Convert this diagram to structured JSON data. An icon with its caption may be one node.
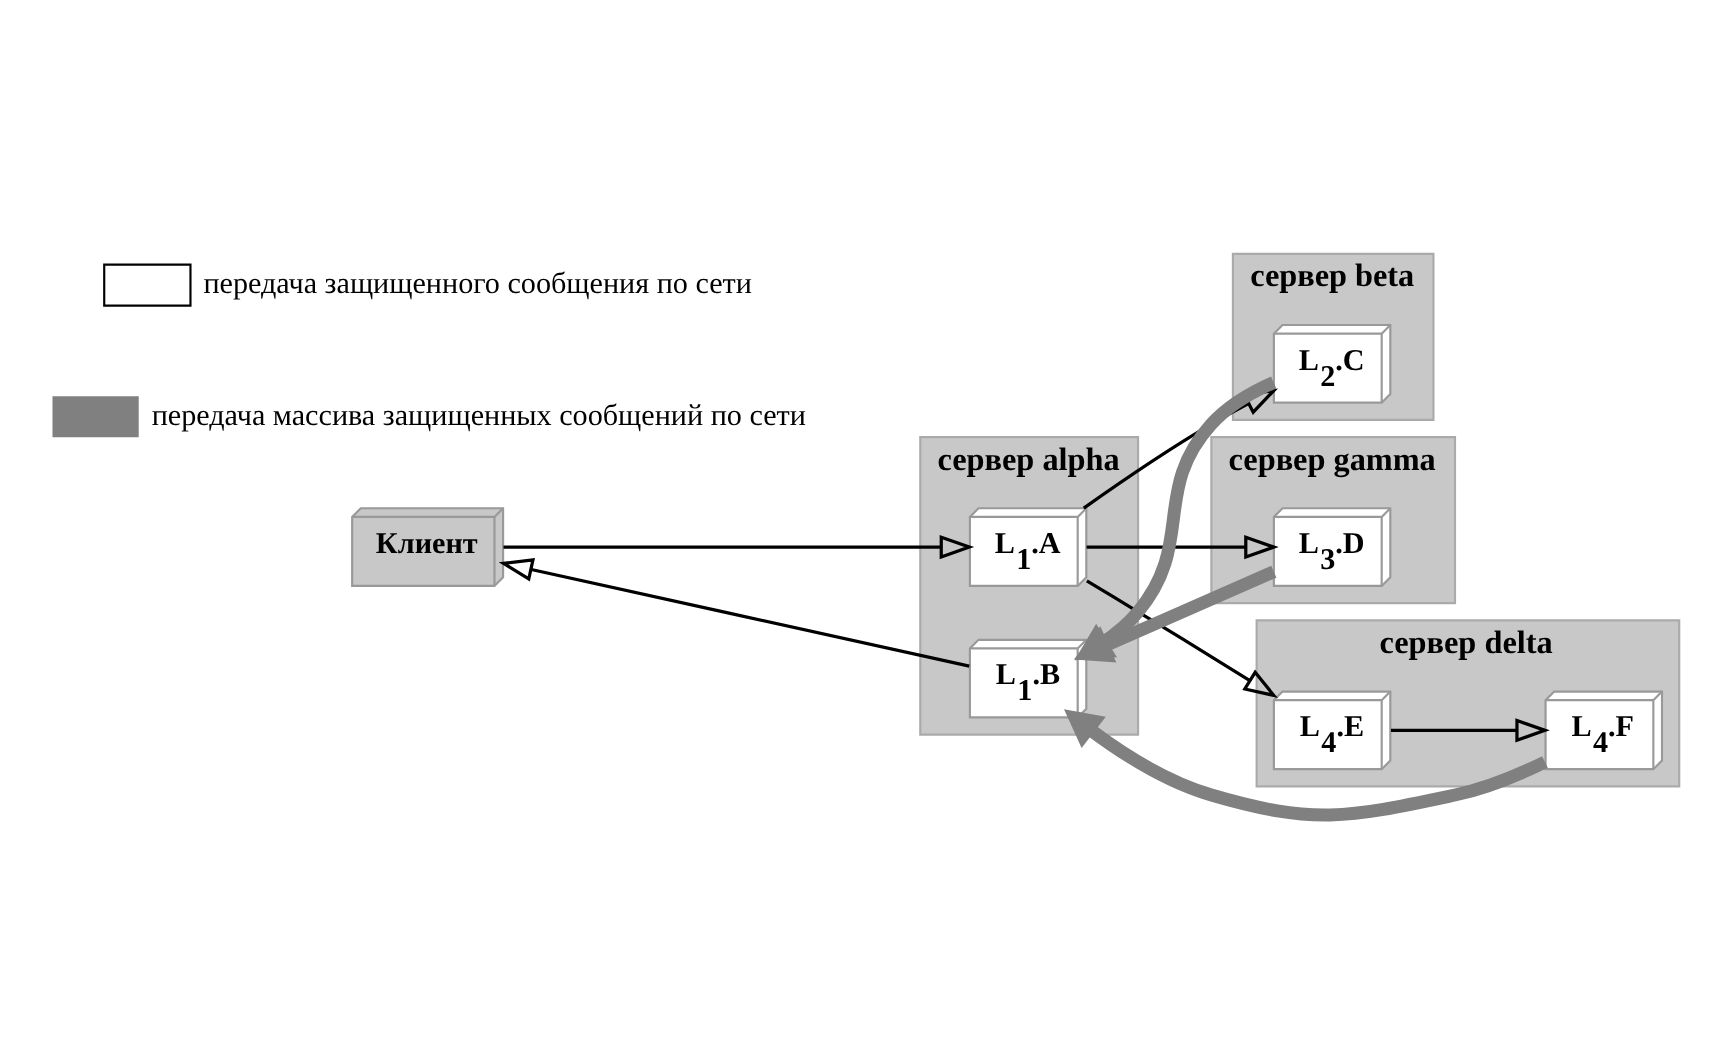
{
  "diagram": {
    "nodes": [
      {
        "text": [
          "Клиент"
        ]
      },
      {
        "text": [
          "сервер alpha"
        ]
      },
      {
        "text": [
          "L$_{1}$.A"
        ],
        "in": 1
      },
      {
        "text": [
          "L$_{1}$.B"
        ],
        "in": 1
      },
      {
        "text": [
          "сервер beta"
        ]
      },
      {
        "text": [
          "L$_{2}$.C"
        ],
        "in": 4
      },
      {
        "text": [
          "сервер gamma"
        ]
      },
      {
        "text": [
          "L$_{3}$.D"
        ],
        "in": 6
      },
      {
        "text": [
          "сервер delta"
        ]
      },
      {
        "text": [
          "L$_{4}$.E"
        ],
        "in": 8
      },
      {
        "text": [
          "L$_{4}$.F"
        ],
        "in": 8
      }
    ],
    "edges": [
      {
        "from": 0,
        "to": 2,
        "arrow": "to"
      },
      {
        "from": 2,
        "to": 5,
        "arrow": "to"
      },
      {
        "from": 2,
        "to": 7,
        "arrow": "to"
      },
      {
        "from": 2,
        "to": 9,
        "arrow": "to"
      },
      {
        "from": 9,
        "to": 10,
        "arrow": "to"
      },
      {
        "from": 5,
        "to": 3,
        "arrow": "to",
        "style": "thick",
        "color": "#808080"
      },
      {
        "from": 7,
        "to": 3,
        "arrow": "to",
        "style": "thick",
        "color": "#808080"
      },
      {
        "from": 10,
        "to": 3,
        "arrow": "to",
        "style": "thick",
        "color": "#808080"
      },
      {
        "from": 3,
        "to": 0,
        "arrow": "to"
      }
    ],
    "legend": [
      {
        "text": "передача защищенного сообщения по сети"
      },
      {
        "text": "передача массива защищенных сообщений по сети"
      }
    ]
  }
}
